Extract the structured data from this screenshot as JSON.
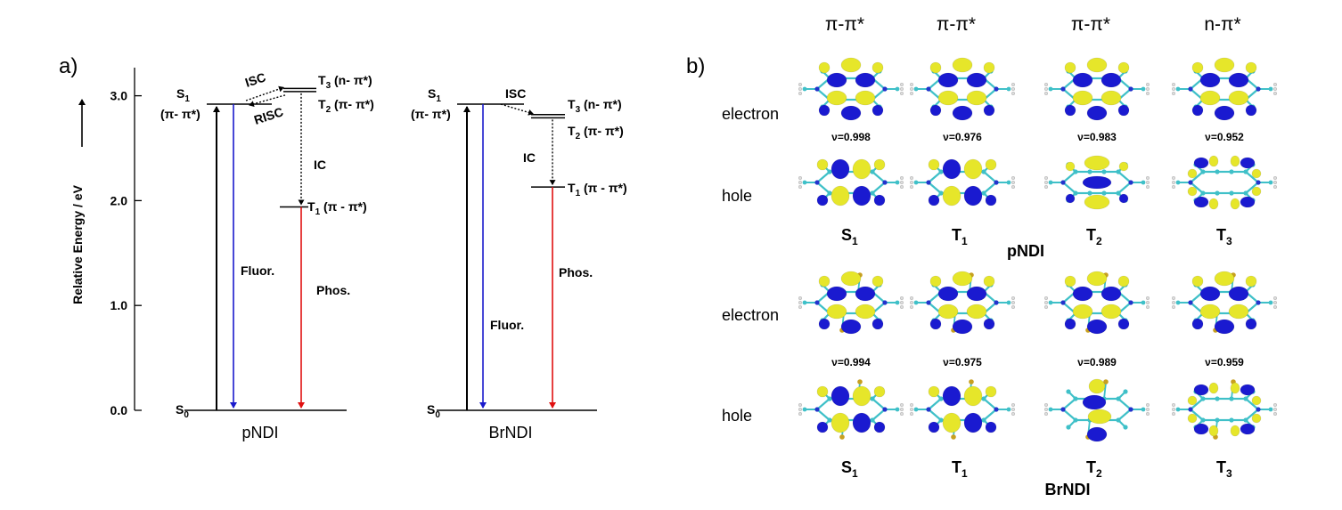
{
  "panel_a": {
    "label": "a)",
    "axis": {
      "ylabel": "Relative Energy / eV",
      "ticks": [
        {
          "value": 0.0,
          "label": "0.0"
        },
        {
          "value": 1.0,
          "label": "1.0"
        },
        {
          "value": 2.0,
          "label": "2.0"
        },
        {
          "value": 3.0,
          "label": "3.0"
        }
      ]
    },
    "diagrams": [
      {
        "name": "pNDI",
        "title": "pNDI",
        "levels": {
          "S0": {
            "energy": 0.0,
            "main": "S",
            "sub": "0",
            "rest": ""
          },
          "S1": {
            "energy": 2.92,
            "main": "S",
            "sub": "1",
            "rest": "",
            "char": "(π- π*)"
          },
          "T3": {
            "energy": 3.07,
            "main": "T",
            "sub": "3",
            "rest": " (n- π*)"
          },
          "T2": {
            "energy": 3.04,
            "main": "T",
            "sub": "2",
            "rest": " (π- π*)"
          },
          "T1": {
            "energy": 1.94,
            "main": "T",
            "sub": "1",
            "rest": " (π - π*)"
          }
        },
        "labels": {
          "isc": "ISC",
          "risc": "RISC",
          "ic": "IC",
          "fluor": "Fluor.",
          "phos": "Phos."
        }
      },
      {
        "name": "BrNDI",
        "title": "BrNDI",
        "levels": {
          "S0": {
            "energy": 0.0,
            "main": "S",
            "sub": "0",
            "rest": ""
          },
          "S1": {
            "energy": 2.92,
            "main": "S",
            "sub": "1",
            "rest": "",
            "char": "(π- π*)"
          },
          "T3": {
            "energy": 2.82,
            "main": "T",
            "sub": "3",
            "rest": " (n- π*)"
          },
          "T2": {
            "energy": 2.79,
            "main": "T",
            "sub": "2",
            "rest": " (π- π*)"
          },
          "T1": {
            "energy": 2.13,
            "main": "T",
            "sub": "1",
            "rest": " (π - π*)"
          }
        },
        "labels": {
          "isc": "ISC",
          "ic": "IC",
          "fluor": "Fluor.",
          "phos": "Phos."
        }
      }
    ]
  },
  "panel_b": {
    "label": "b)",
    "transitions": [
      "π-π*",
      "π-π*",
      "π-π*",
      "n-π*"
    ],
    "row_electron": "electron",
    "row_hole": "hole",
    "colors": {
      "positive": "#e6e62a",
      "negative": "#1a1ad0",
      "carbon": "#3fc0c8",
      "nitrogen": "#2233cc",
      "hydrogen": "#dddddd",
      "bromine": "#c02020"
    },
    "molecules": [
      {
        "name": "pNDI",
        "title": "pNDI",
        "nu": [
          "ν=0.998",
          "ν=0.976",
          "ν=0.983",
          "ν=0.952"
        ],
        "states": [
          {
            "main": "S",
            "sub": "1"
          },
          {
            "main": "T",
            "sub": "1"
          },
          {
            "main": "T",
            "sub": "2"
          },
          {
            "main": "T",
            "sub": "3"
          }
        ]
      },
      {
        "name": "BrNDI",
        "title": "BrNDI",
        "nu": [
          "ν=0.994",
          "ν=0.975",
          "ν=0.989",
          "ν=0.959"
        ],
        "states": [
          {
            "main": "S",
            "sub": "1"
          },
          {
            "main": "T",
            "sub": "1"
          },
          {
            "main": "T",
            "sub": "2"
          },
          {
            "main": "T",
            "sub": "3"
          }
        ]
      }
    ]
  }
}
